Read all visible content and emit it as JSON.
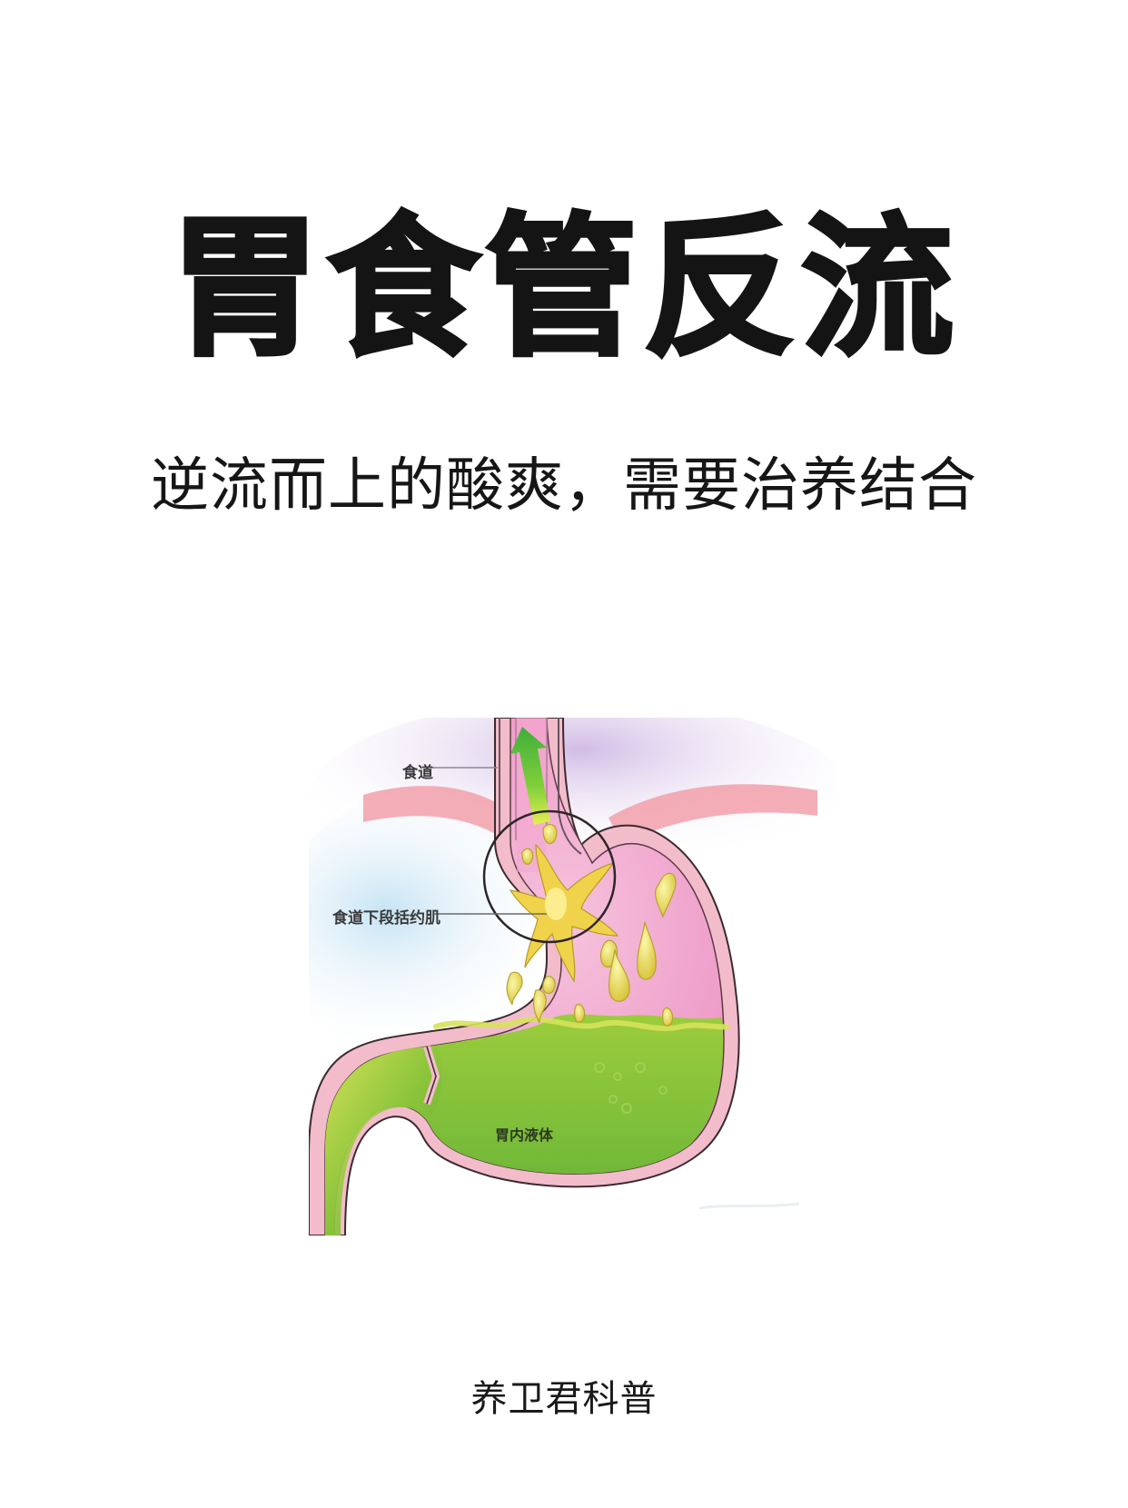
{
  "poster": {
    "title": "胃食管反流",
    "subtitle": "逆流而上的酸爽，需要治养结合",
    "footer": "养卫君科普"
  },
  "illustration": {
    "labels": {
      "esophagus": "食道",
      "lower_esophageal_sphincter": "食道下段括约肌",
      "stomach_fluid": "胃内液体"
    },
    "icons": [
      "up-arrow-icon",
      "highlight-circle"
    ],
    "colors": {
      "stomach_wall": "#f4b8c8",
      "stomach_interior": "#ef9fc9",
      "gastric_fluid": "#8dc63f",
      "reflux_droplets": "#e8d64a",
      "arrow": "#4dbb3a",
      "diaphragm": "#f08a96",
      "background_purple": "#d9c6e8",
      "background_blue": "#cfe6f4",
      "outline": "#3b2b2f"
    }
  }
}
